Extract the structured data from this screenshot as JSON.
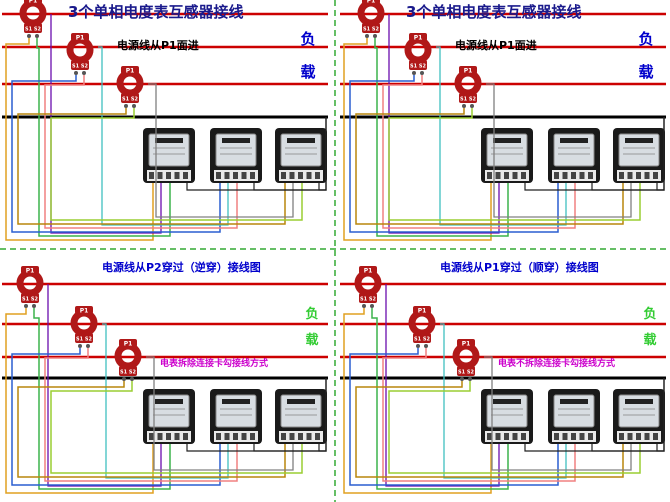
{
  "panels": [
    {
      "title": "3个单相电度表互感器接线",
      "caption": "电源线从P1面进",
      "load_chars": [
        "负",
        "载"
      ],
      "note": "",
      "ct_labels": {
        "p1": "P1",
        "s": "S1 S2"
      },
      "colors": {
        "title": "#1a1a8c",
        "caption": "#000000",
        "load": "#0000cc",
        "note": "#cc00cc"
      }
    },
    {
      "title": "3个单相电度表互感器接线",
      "caption": "电源线从P1面进",
      "load_chars": [
        "负",
        "载"
      ],
      "note": "",
      "ct_labels": {
        "p1": "P1",
        "s": "S1 S2"
      },
      "colors": {
        "title": "#1a1a8c",
        "caption": "#000000",
        "load": "#0000cc",
        "note": "#cc00cc"
      }
    },
    {
      "title": "",
      "caption": "电源线从P2穿过（逆穿）接线图",
      "load_chars": [
        "负",
        "载"
      ],
      "note": "电表拆除连接卡勾接线方式",
      "ct_labels": {
        "p1": "P1",
        "s": "S1 S2"
      },
      "colors": {
        "title": "#1a1a8c",
        "caption": "#0000cc",
        "load": "#33cc33",
        "note": "#cc00cc"
      }
    },
    {
      "title": "",
      "caption": "电源线从P1穿过（顺穿）接线图",
      "load_chars": [
        "负",
        "载"
      ],
      "note": "电表不拆除连接卡勾接线方式",
      "ct_labels": {
        "p1": "P1",
        "s": "S1 S2"
      },
      "colors": {
        "title": "#1a1a8c",
        "caption": "#0000cc",
        "load": "#33cc33",
        "note": "#cc00cc"
      }
    }
  ],
  "style": {
    "phase_line": "#cc0000",
    "neutral_line": "#000000",
    "divider": "#33aa33",
    "ct_ring": "#b01818",
    "meter_body": "#1a1a1a"
  }
}
